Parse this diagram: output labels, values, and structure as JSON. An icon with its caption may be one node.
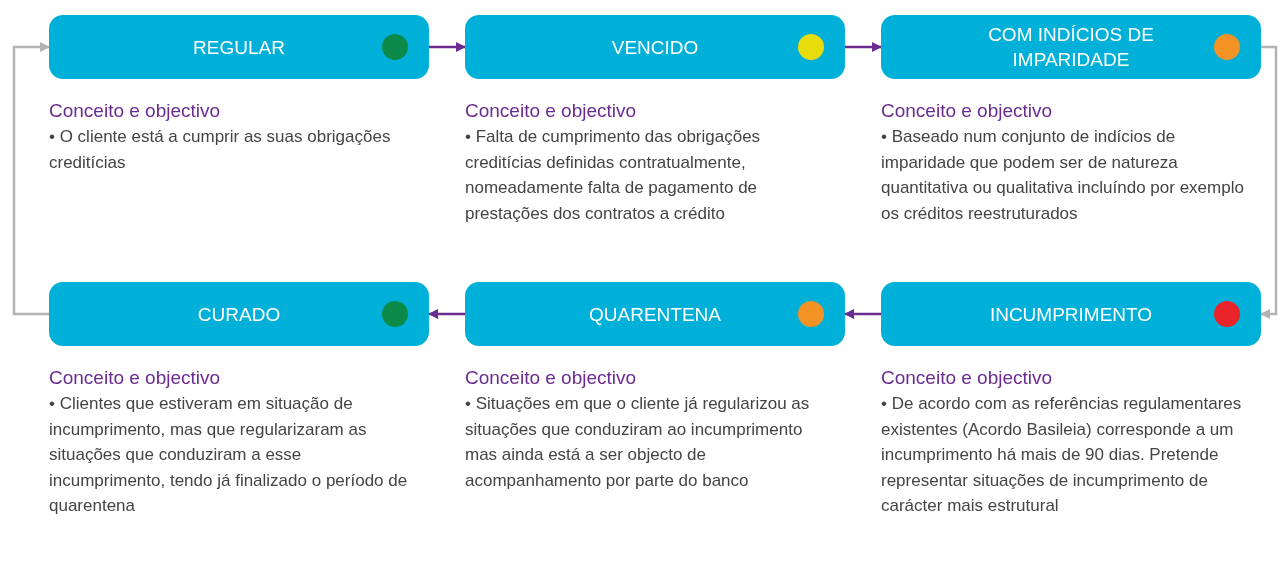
{
  "diagram": {
    "nodes": [
      {
        "text": [
          "REGULAR"
        ],
        "beside": [
          "Conceito e objectivo",
          "• O cliente está a cumprir as suas obrigações creditícias"
        ]
      },
      {
        "text": [
          "VENCIDO"
        ],
        "beside": [
          "Conceito e objectivo",
          "• Falta de cumprimento das obrigações creditícias definidas contratualmente, nomeadamente falta de pagamento de prestações dos contratos a crédito"
        ]
      },
      {
        "text": [
          "COM INDÍCIOS DE IMPARIDADE"
        ],
        "beside": [
          "Conceito e objectivo",
          "• Baseado num conjunto de indícios de imparidade que podem ser de natureza quantitativa ou qualitativa incluíndo por exemplo os créditos reestruturados"
        ]
      },
      {
        "text": [
          "CURADO"
        ],
        "beside": [
          "Conceito e objectivo",
          "• Clientes que estiveram em situação de incumprimento, mas que regularizaram as situações que conduziram a esse incumprimento, tendo já finalizado o período de quarentena"
        ]
      },
      {
        "text": [
          "QUARENTENA"
        ],
        "beside": [
          "Conceito e objectivo",
          "• Situações em que o cliente já regularizou as situações que conduziram ao incumprimento mas ainda está a ser objecto de acompanhamento por parte do banco"
        ]
      },
      {
        "text": [
          "INCUMPRIMENTO"
        ],
        "beside": [
          "Conceito e objectivo",
          "• De acordo com as referências regulamentares existentes (Acordo Basileia) corresponde a um incumprimento há mais de 90 dias. Pretende representar situações de incumprimento de carácter mais estrutural"
        ]
      },
      {
        "text": [],
        "shape": "circle",
        "in": 0
      },
      {
        "text": [],
        "shape": "circle",
        "in": 1
      },
      {
        "text": [],
        "shape": "circle",
        "in": 2
      },
      {
        "text": [],
        "shape": "circle",
        "in": 3
      },
      {
        "text": [],
        "shape": "circle",
        "in": 4
      },
      {
        "text": [],
        "shape": "circle",
        "in": 5
      }
    ],
    "edges": [
      {
        "from": 0,
        "to": 1,
        "arrow": "to"
      },
      {
        "from": 1,
        "to": 2,
        "arrow": "to"
      },
      {
        "from": 2,
        "to": 5,
        "arrow": "to",
        "color": "#b3b3b3"
      },
      {
        "from": 5,
        "to": 4,
        "arrow": "to"
      },
      {
        "from": 4,
        "to": 3,
        "arrow": "to"
      },
      {
        "from": 3,
        "to": 0,
        "arrow": "to",
        "color": "#b3b3b3"
      }
    ]
  }
}
